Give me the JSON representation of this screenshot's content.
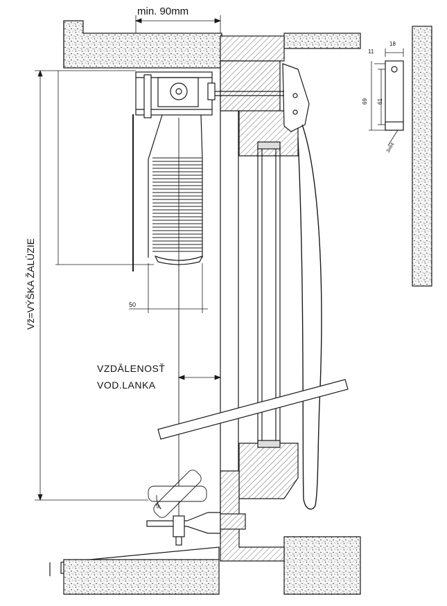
{
  "labels": {
    "min_gap": "min. 90mm",
    "blind_height": "Vž=VÝŠKA ŽALÚZIE",
    "distance_line1": "VZDĀLENOSŤ",
    "distance_line2": "VOD.LANKA",
    "dim_50": "50",
    "bracket_width_11": "11",
    "bracket_width_18": "18",
    "bracket_height_69": "69",
    "bracket_height_61": "61",
    "hole_size": "3x64",
    "angle": "45°"
  },
  "colors": {
    "line": "#1a1a1a",
    "concrete_fill": "#f4f4f4",
    "hatch": "#444444"
  }
}
